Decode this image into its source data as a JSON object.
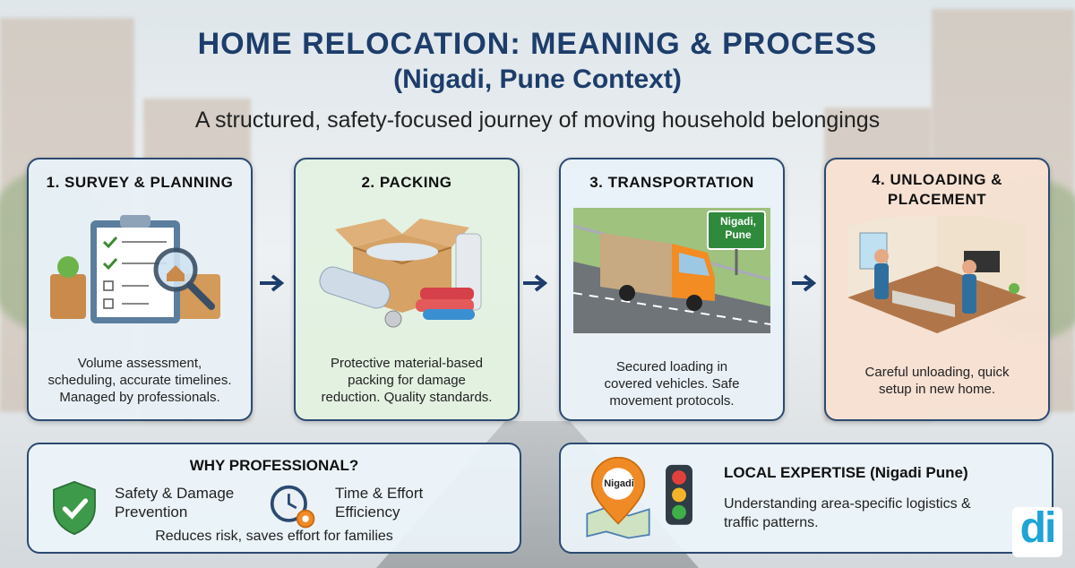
{
  "header": {
    "title": "HOME RELOCATION: MEANING & PROCESS",
    "subtitle": "(Nigadi, Pune Context)",
    "tagline": "A structured, safety-focused journey of moving household belongings"
  },
  "steps": [
    {
      "title": "1. SURVEY & PLANNING",
      "desc": [
        "Volume assessment,",
        "scheduling, accurate timelines.",
        "Managed by professionals."
      ],
      "bg": "#e9f1f8"
    },
    {
      "title": "2. PACKING",
      "desc": [
        "Protective material-based",
        "packing for damage",
        "reduction. Quality standards."
      ],
      "bg": "#e3f1e0"
    },
    {
      "title": "3. TRANSPORTATION",
      "desc": [
        "Secured loading in",
        "covered vehicles. Safe",
        "movement protocols."
      ],
      "bg": "#e9f1f8",
      "sign": [
        "Nigadi,",
        "Pune"
      ]
    },
    {
      "title_lines": [
        "4. UNLOADING &",
        "PLACEMENT"
      ],
      "desc": [
        "Careful unloading, quick",
        "setup in new home."
      ],
      "bg": "#f7e2d3"
    }
  ],
  "why": {
    "title": "WHY PROFESSIONAL?",
    "item1": [
      "Safety & Damage",
      "Prevention"
    ],
    "item2": [
      "Time & Effort",
      "Efficiency"
    ],
    "note": "Reduces risk, saves effort for families"
  },
  "local": {
    "title": "LOCAL EXPERTISE (Nigadi Pune)",
    "pin_label": "Nigadi",
    "desc": [
      "Understanding area-specific logistics &",
      "traffic patterns."
    ]
  },
  "logo": {
    "text": "di"
  },
  "colors": {
    "navy": "#1d3d6b",
    "border": "#2b4a72",
    "green": "#3d9a4a",
    "orange": "#f08a24"
  }
}
